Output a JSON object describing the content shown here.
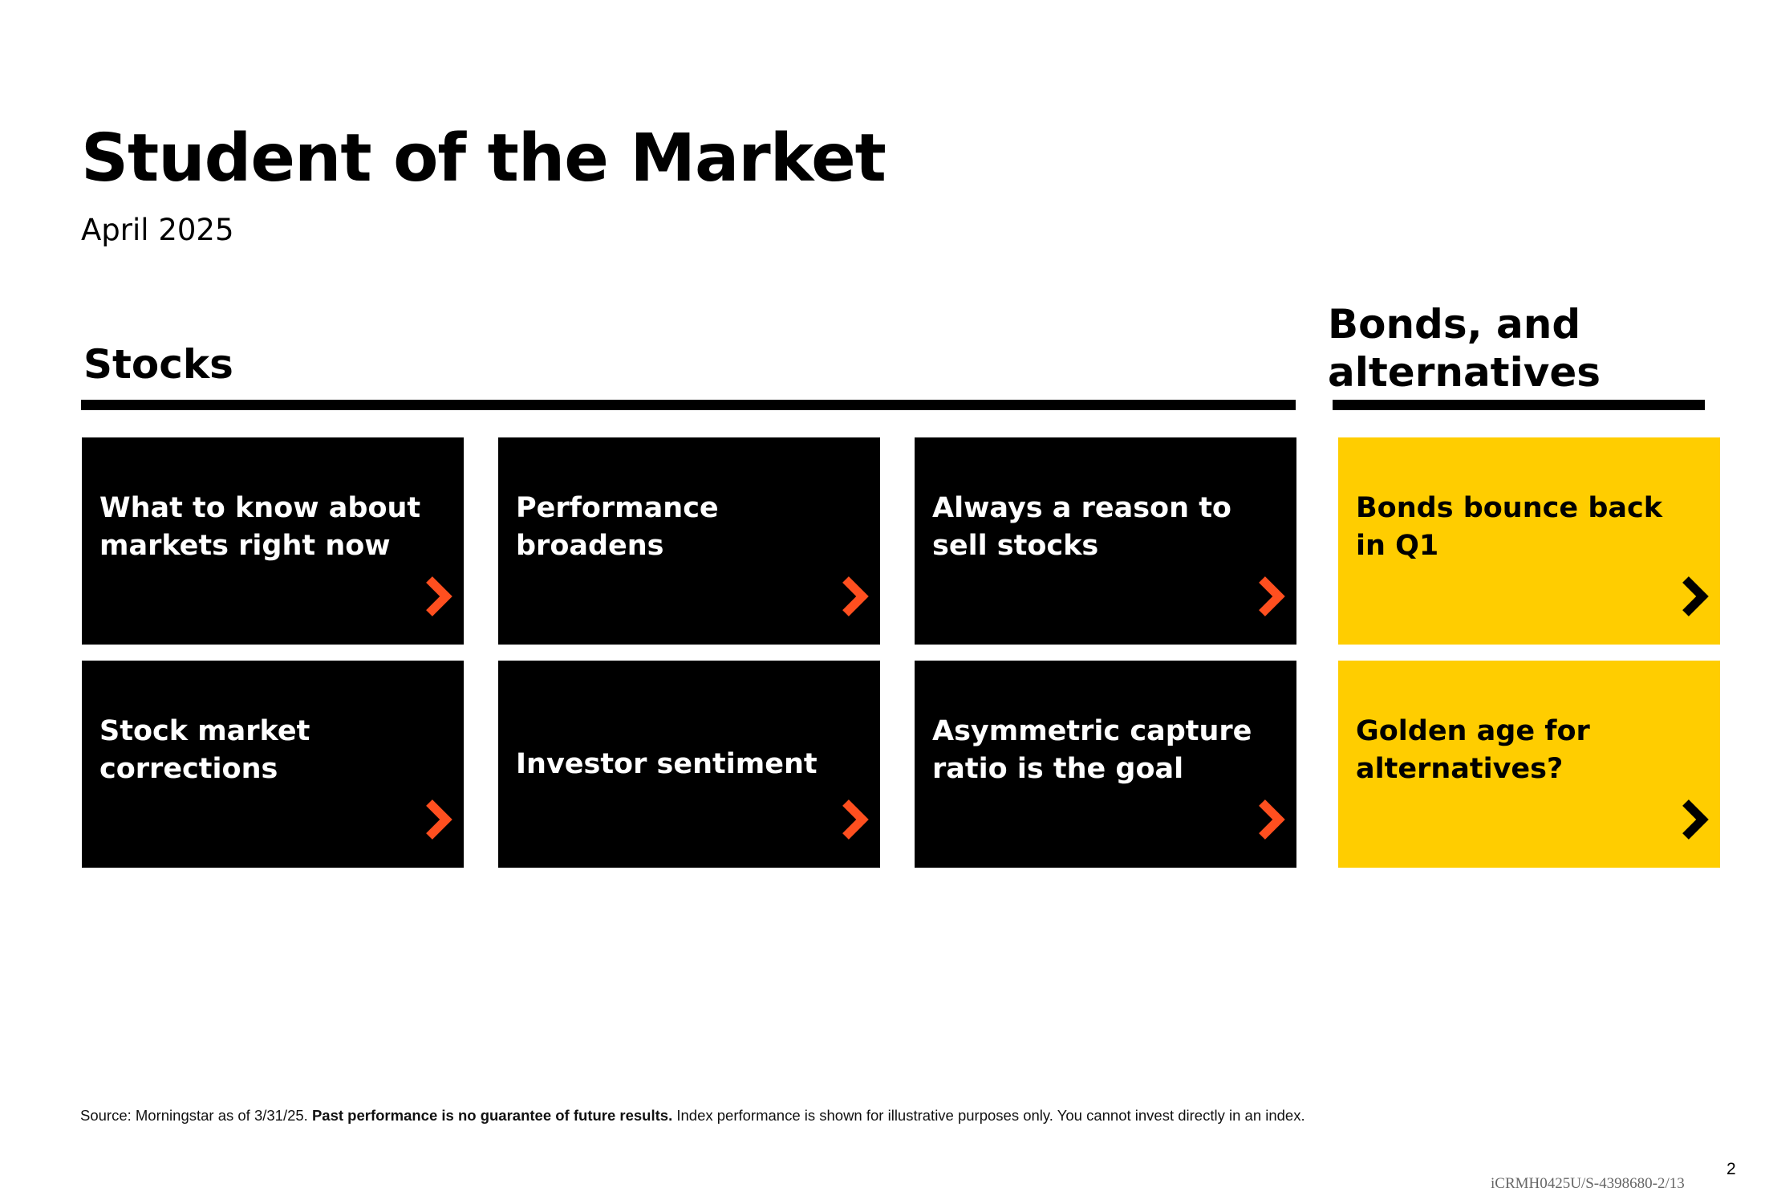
{
  "header": {
    "title": "Student of the Market",
    "date": "April 2025"
  },
  "sections": {
    "stocks": "Stocks",
    "bonds_line1": "Bonds, and",
    "bonds_line2": "alternatives"
  },
  "tiles": [
    {
      "label_line1": "What to know about",
      "label_line2": "markets right now"
    },
    {
      "label_line1": "Performance",
      "label_line2": "broadens"
    },
    {
      "label_line1": "Always a reason to",
      "label_line2": "sell stocks"
    },
    {
      "label_line1": "Bonds bounce back",
      "label_line2": "in Q1"
    },
    {
      "label_line1": "Stock market",
      "label_line2": "corrections"
    },
    {
      "label_line1": "Investor sentiment"
    },
    {
      "label_line1": "Asymmetric capture",
      "label_line2": "ratio is the goal"
    },
    {
      "label_line1": "Golden age for",
      "label_line2": "alternatives?"
    }
  ],
  "colors": {
    "dark_tile": "#000000",
    "gold_tile": "#ffcd00",
    "chevron_on_dark": "#ff4f1f",
    "chevron_on_gold": "#000000"
  },
  "icons": {
    "tile_arrow": "chevron-right-icon"
  },
  "footer": {
    "source_prefix": "Source: Morningstar as of 3/31/25. ",
    "disclaimer_bold": "Past performance is no guarantee of future results.",
    "source_suffix": " Index performance is shown for illustrative purposes only. You cannot invest directly in an index.",
    "page_number": "2",
    "doc_code": "iCRMH0425U/S-4398680-2/13"
  }
}
